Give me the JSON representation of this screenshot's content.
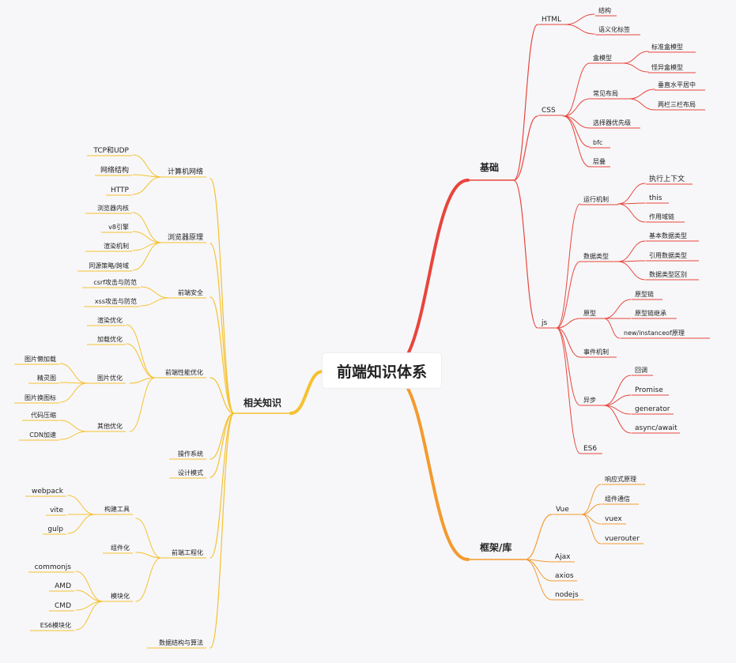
{
  "title": "前端知识体系",
  "colors": {
    "red": "#e8453c",
    "orange": "#f39a2e",
    "yellow": "#f5c12e",
    "text": "#222222",
    "bg": "#f7f7f9"
  },
  "branches": {
    "basics": {
      "label": "基础",
      "html": {
        "label": "HTML",
        "items": [
          "结构",
          "语义化标签"
        ]
      },
      "css": {
        "label": "CSS",
        "box_model": {
          "label": "盒模型",
          "items": [
            "标准盒模型",
            "怪异盒模型"
          ]
        },
        "layout": {
          "label": "常见布局",
          "items": [
            "垂直水平居中",
            "两栏三栏布局"
          ]
        },
        "others": [
          "选择器优先级",
          "bfc",
          "层叠"
        ]
      },
      "js": {
        "label": "js",
        "runtime": {
          "label": "运行机制",
          "items": [
            "执行上下文",
            "this",
            "作用域链"
          ]
        },
        "types": {
          "label": "数据类型",
          "items": [
            "基本数据类型",
            "引用数据类型",
            "数据类型区别"
          ]
        },
        "prototype": {
          "label": "原型",
          "items": [
            "原型链",
            "原型链继承",
            "new/instanceof原理"
          ]
        },
        "event_loop": "事件机制",
        "async": {
          "label": "异步",
          "items": [
            "回调",
            "Promise",
            "generator",
            "async/await"
          ]
        },
        "es6": "ES6"
      }
    },
    "framework": {
      "label": "框架/库",
      "vue": {
        "label": "Vue",
        "items": [
          "响应式原理",
          "组件通信",
          "vuex",
          "vuerouter"
        ]
      },
      "others": [
        "Ajax",
        "axios",
        "nodejs"
      ]
    },
    "related": {
      "label": "相关知识",
      "network": {
        "label": "计算机网络",
        "items": [
          "TCP和UDP",
          "网络结构",
          "HTTP"
        ]
      },
      "browser": {
        "label": "浏览器原理",
        "items": [
          "浏览器内核",
          "v8引擎",
          "渲染机制",
          "同源策略/跨域"
        ]
      },
      "security": {
        "label": "前端安全",
        "items": [
          "csrf攻击与防范",
          "xss攻击与防范"
        ]
      },
      "performance": {
        "label": "前端性能优化",
        "render": "渲染优化",
        "load": "加载优化",
        "image": {
          "label": "图片优化",
          "items": [
            "图片懒加载",
            "精灵图",
            "图片换图标"
          ]
        },
        "other": {
          "label": "其他优化",
          "items": [
            "代码压缩",
            "CDN加速"
          ]
        }
      },
      "os": "操作系统",
      "design": "设计模式",
      "engineering": {
        "label": "前端工程化",
        "build": {
          "label": "构建工具",
          "items": [
            "webpack",
            "vite",
            "gulp"
          ]
        },
        "component": "组件化",
        "module": {
          "label": "模块化",
          "items": [
            "commonjs",
            "AMD",
            "CMD",
            "ES6模块化"
          ]
        }
      },
      "algo": "数据结构与算法"
    }
  }
}
